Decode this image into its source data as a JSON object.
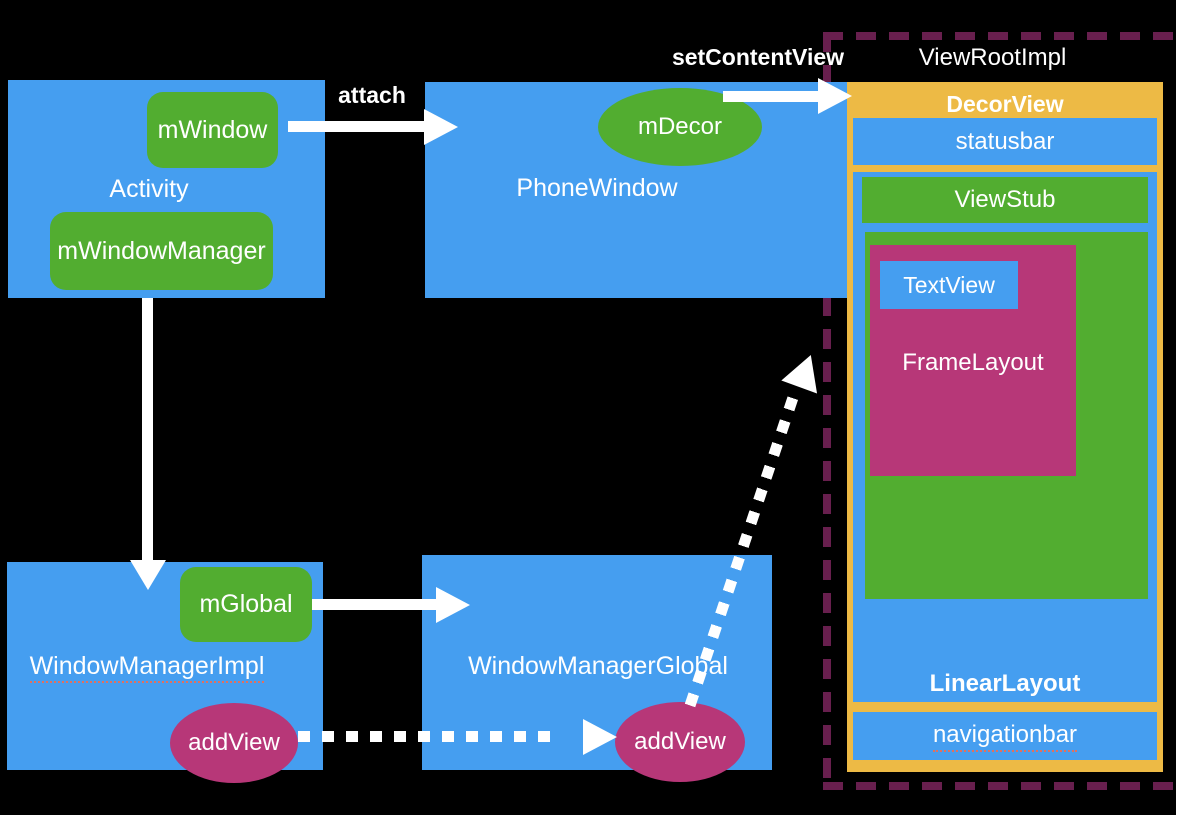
{
  "title": "Android window and view hierarchy diagram",
  "colors": {
    "bg": "#000000",
    "blue": "#459EF0",
    "green": "#52AD30",
    "magenta": "#B73778",
    "orange": "#EDBA45",
    "arrow": "#FFFFFF",
    "dash": "#681F4E",
    "squiggle": "#E0705F"
  },
  "nodes": {
    "activity": {
      "label": "Activity",
      "mWindow": "mWindow",
      "mWindowManager": "mWindowManager"
    },
    "phoneWindow": {
      "label": "PhoneWindow",
      "mDecor": "mDecor"
    },
    "windowManagerImpl": {
      "label": "WindowManagerImpl",
      "mGlobal": "mGlobal",
      "addView": "addView"
    },
    "windowManagerGlobal": {
      "label": "WindowManagerGlobal",
      "addView": "addView"
    }
  },
  "arrows": {
    "attach": "attach",
    "setContentView": "setContentView"
  },
  "viewHierarchy": {
    "viewRootImpl": "ViewRootImpl",
    "decorView": "DecorView",
    "statusbar": "statusbar",
    "viewStub": "ViewStub",
    "frameLayout": "FrameLayout",
    "textView": "TextView",
    "linearLayout": "LinearLayout",
    "navigationbar": "navigationbar"
  }
}
